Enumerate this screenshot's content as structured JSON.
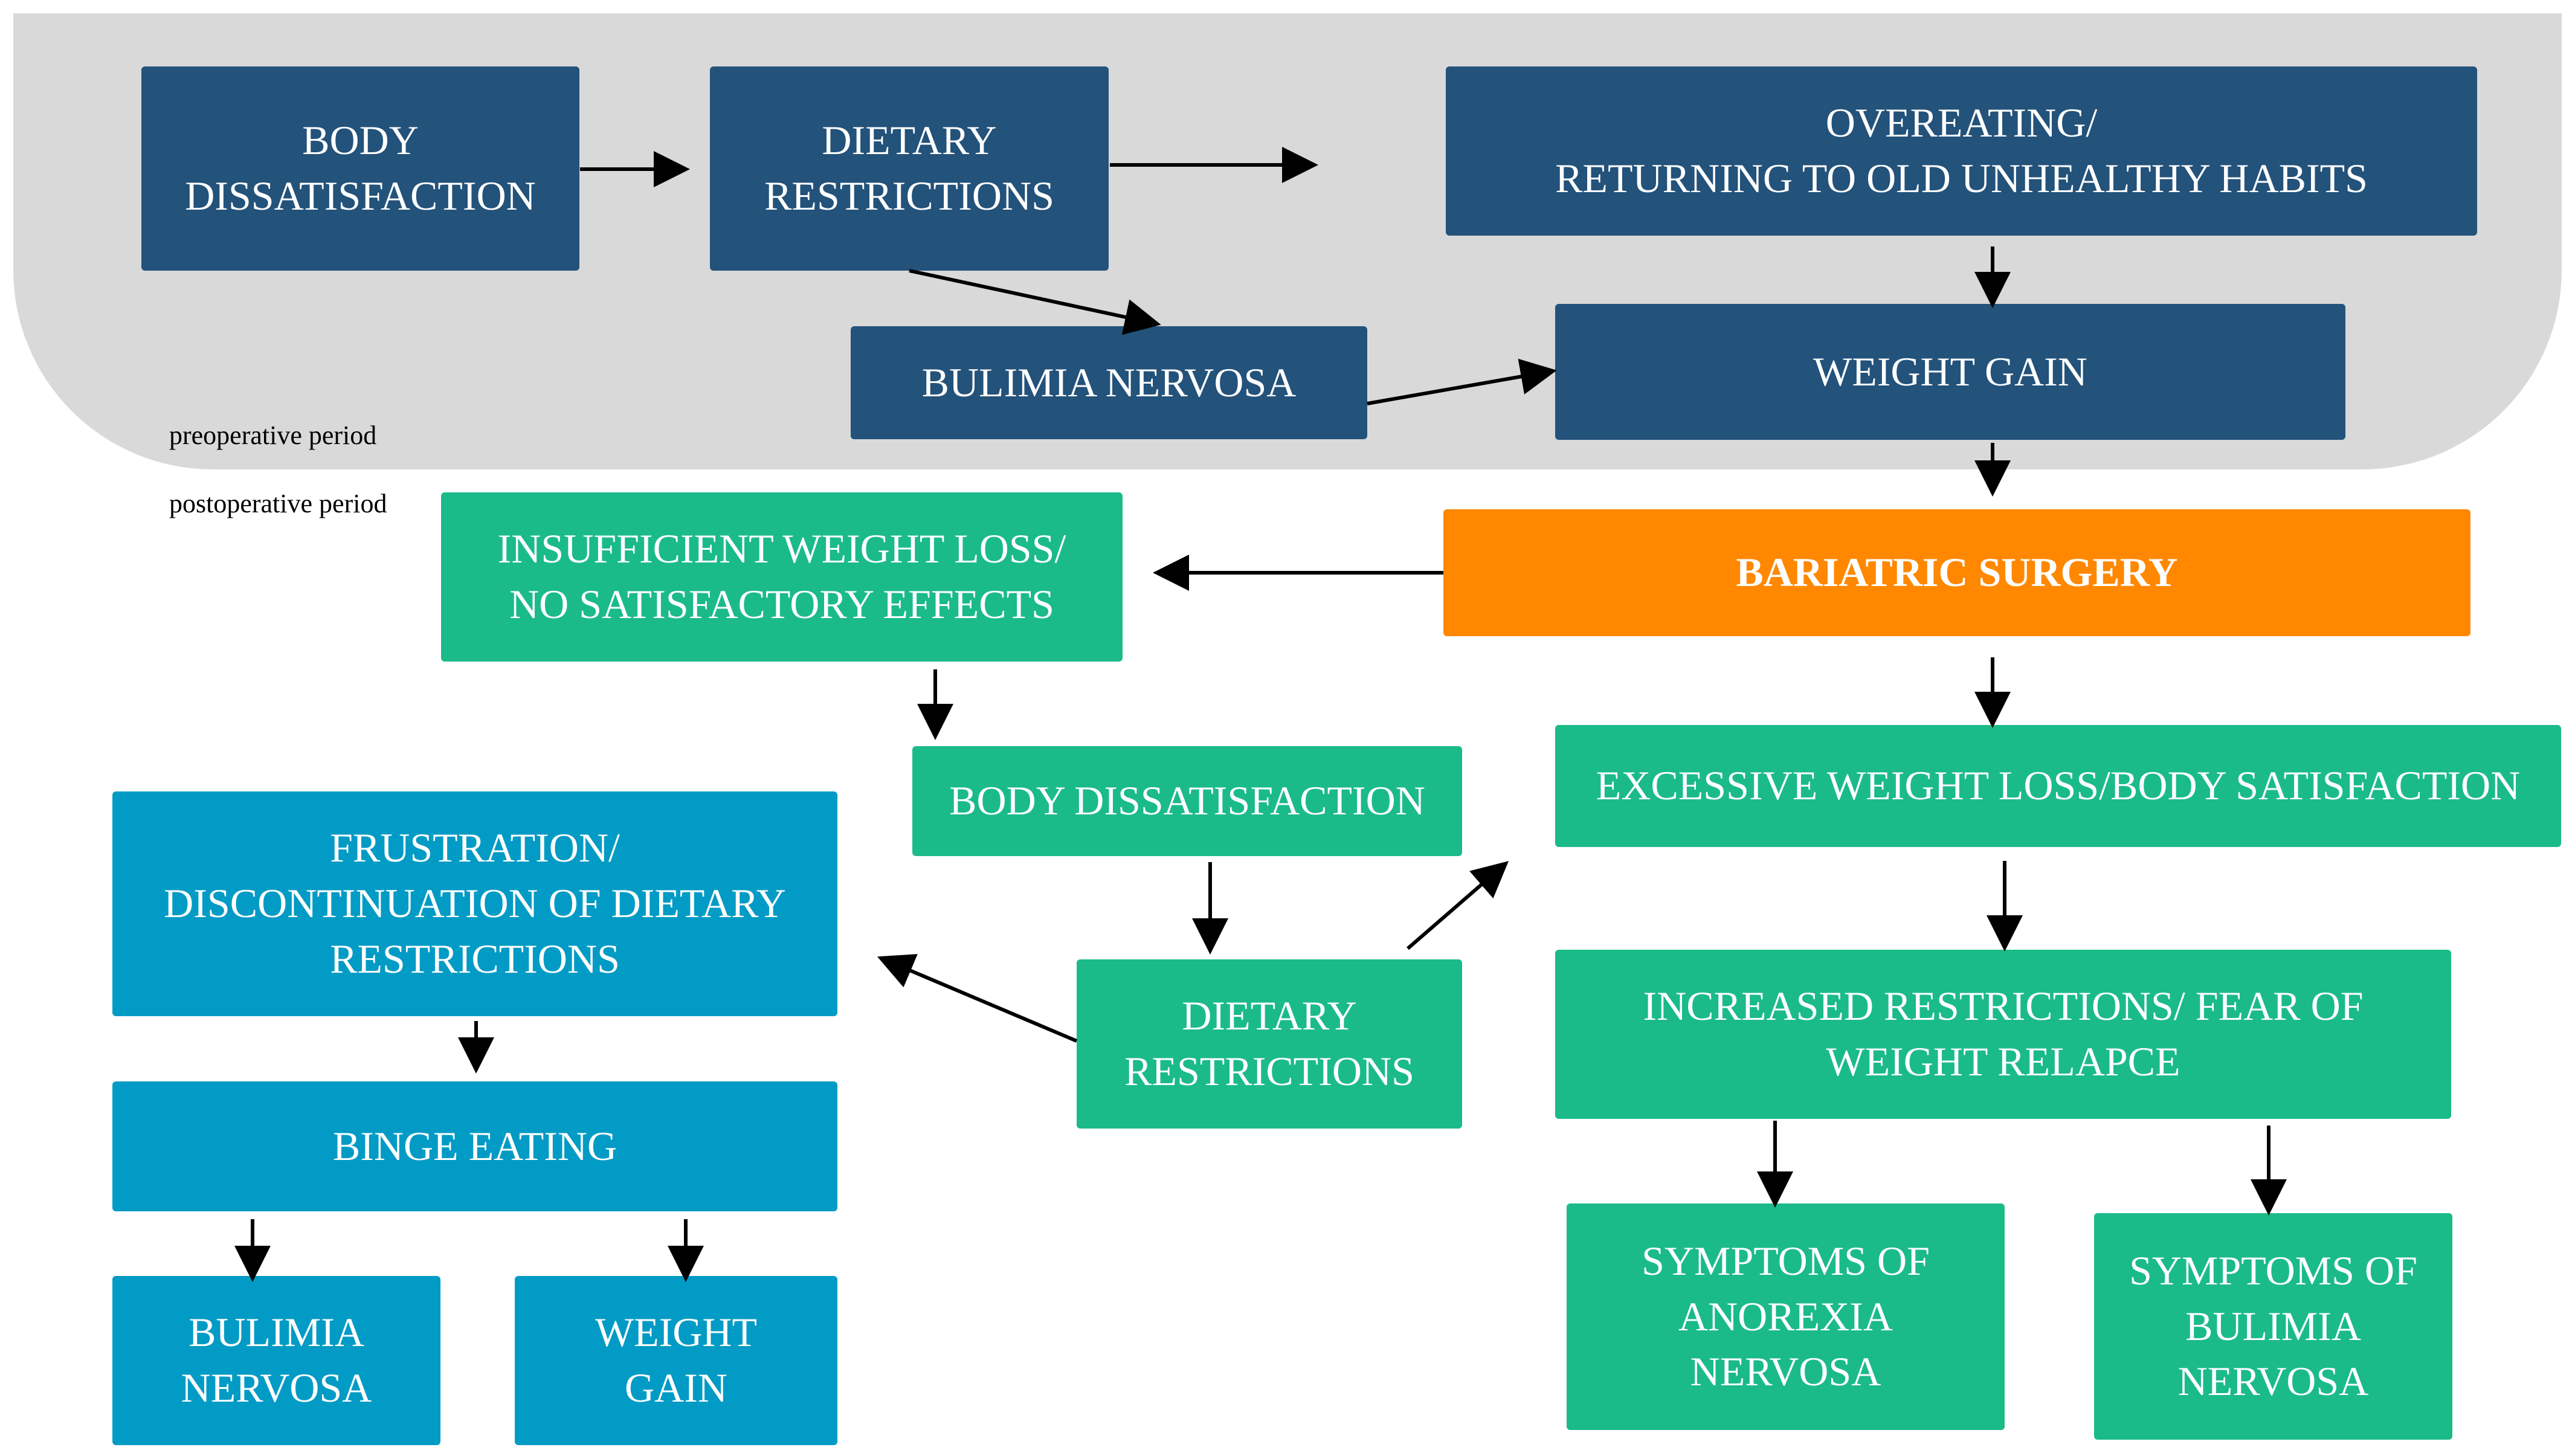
{
  "periods": {
    "pre": "preoperative period",
    "post": "postoperative period"
  },
  "pre": {
    "body_dissatisfaction": "BODY\nDISSATISFACTION",
    "dietary_restrictions": "DIETARY\nRESTRICTIONS",
    "overeating": "OVEREATING/\nRETURNING TO OLD UNHEALTHY HABITS",
    "bulimia_nervosa": "BULIMIA NERVOSA",
    "weight_gain": "WEIGHT GAIN"
  },
  "surgery": "BARIATRIC SURGERY",
  "post": {
    "insufficient_loss": "INSUFFICIENT WEIGHT LOSS/\nNO SATISFACTORY EFFECTS",
    "body_dissatisfaction": "BODY DISSATISFACTION",
    "dietary_restrictions": "DIETARY\nRESTRICTIONS",
    "excessive_loss": "EXCESSIVE WEIGHT LOSS/BODY SATISFACTION",
    "increased_restrictions": "INCREASED RESTRICTIONS/ FEAR OF\nWEIGHT RELAPCE",
    "symptoms_anorexia": "SYMPTOMS OF\nANOREXIA\nNERVOSA",
    "symptoms_bulimia": "SYMPTOMS OF\nBULIMIA\nNERVOSA",
    "frustration": "FRUSTRATION/\nDISCONTINUATION OF DIETARY\nRESTRICTIONS",
    "binge_eating": "BINGE EATING",
    "bulimia_nervosa": "BULIMIA\nNERVOSA",
    "weight_gain": "WEIGHT\nGAIN"
  },
  "colors": {
    "preoperative_box": "#23527a",
    "postoperative_box": "#1bbb89",
    "relapse_box": "#029bc5",
    "surgery_box": "#ff8800",
    "preoperative_band": "#d9d9d9"
  }
}
